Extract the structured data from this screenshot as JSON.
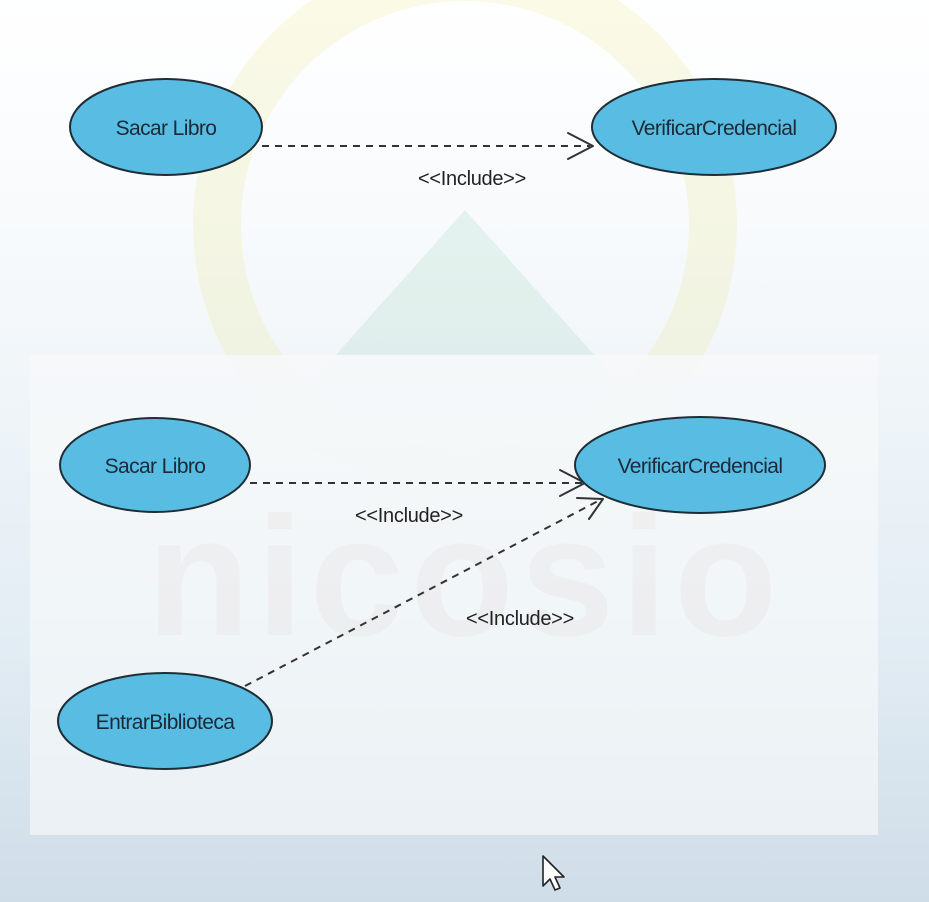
{
  "diagram": {
    "use_cases": {
      "sacar_libro_1": "Sacar Libro",
      "verificar_1": "VerificarCredencial",
      "sacar_libro_2": "Sacar Libro",
      "verificar_2": "VerificarCredencial",
      "entrar_biblioteca": "EntrarBiblioteca"
    },
    "relations": {
      "include_1": "<<Include>>",
      "include_2": "<<Include>>",
      "include_3": "<<Include>>"
    },
    "colors": {
      "use_case_fill": "#59bde3",
      "use_case_stroke": "#1f2d36",
      "line": "#333333"
    }
  },
  "watermark": {
    "logo_text": "nicosio"
  },
  "cursor": {
    "icon": "mouse-pointer-icon"
  }
}
